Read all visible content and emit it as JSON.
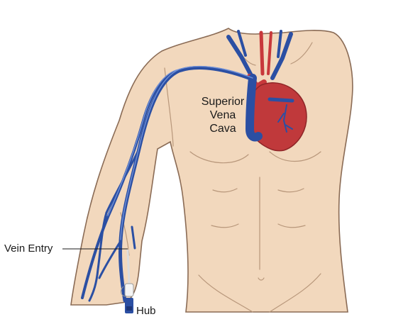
{
  "labels": {
    "svc_line1": "Superior",
    "svc_line2": "Vena",
    "svc_line3": "Cava",
    "vein_entry": "Vein Entry",
    "hub": "Hub"
  },
  "colors": {
    "skin": "#f2d8bd",
    "skin_outline": "#8a6b55",
    "vein": "#2b4fa3",
    "vein_light": "#6f8fd6",
    "artery": "#c8383b",
    "heart": "#c0393b",
    "heart_dark": "#8e2527",
    "catheter": "#dcdcdc"
  }
}
